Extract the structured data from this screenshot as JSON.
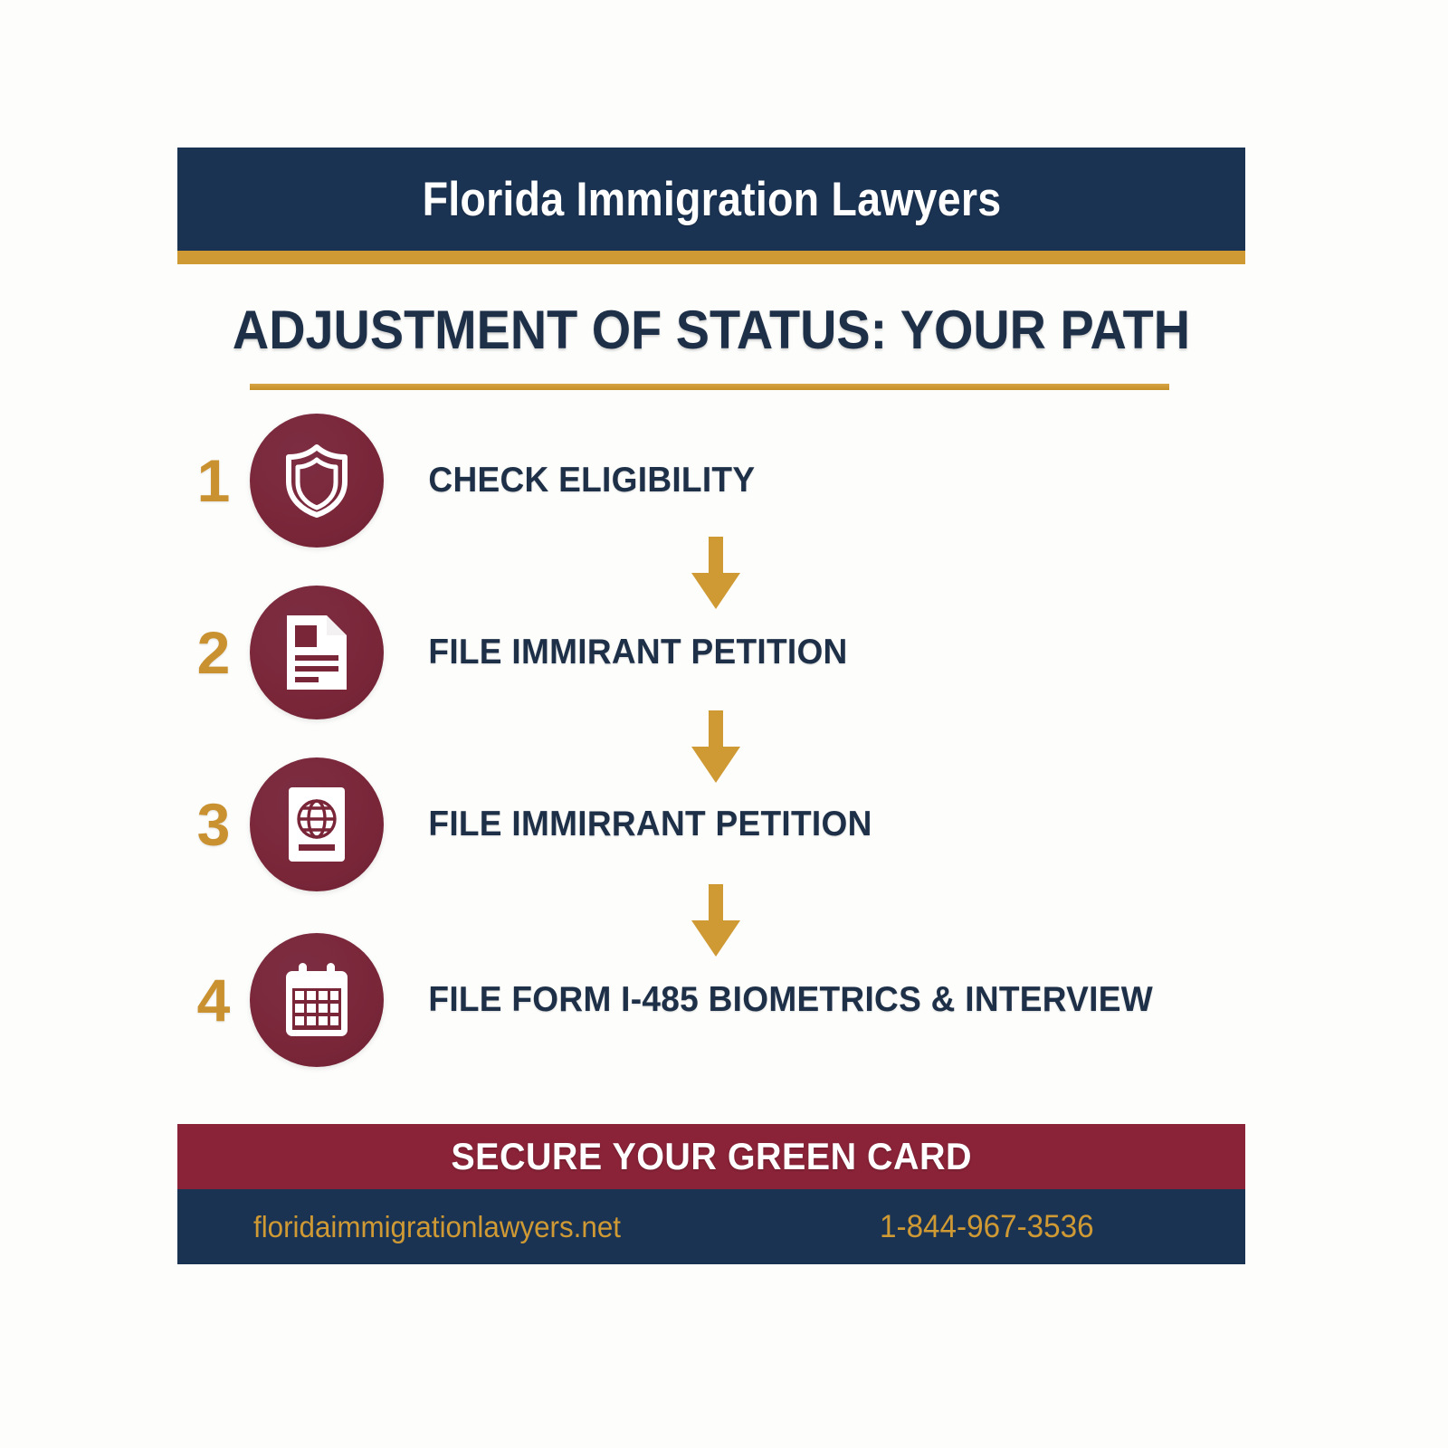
{
  "header": {
    "brand": "Florida Immigration Lawyers"
  },
  "title": {
    "heading": "ADJUSTMENT OF STATUS: YOUR PATH"
  },
  "steps": [
    {
      "number": "1",
      "label": "CHECK ELIGIBILITY",
      "icon": "shield-icon"
    },
    {
      "number": "2",
      "label": "FILE IMMIRANT PETITION",
      "icon": "document-icon"
    },
    {
      "number": "3",
      "label": "FILE IMMIRRANT PETITION",
      "icon": "passport-icon"
    },
    {
      "number": "4",
      "label": "FILE FORM I-485 BIOMETRICS & INTERVIEW",
      "icon": "calendar-icon"
    }
  ],
  "connectors": [
    {
      "icon": "down-arrow-icon"
    },
    {
      "icon": "down-arrow-icon"
    },
    {
      "icon": "down-arrow-icon"
    }
  ],
  "cta": {
    "text": "SECURE YOUR GREEN CARD"
  },
  "contact": {
    "website": "floridaimmigrationlawyers.net",
    "phone": "1-844-967-3536"
  },
  "colors": {
    "navy": "#1b3353",
    "gold": "#cf9a34",
    "maroon": "#7a2639",
    "cta_maroon": "#8b2338",
    "text_navy": "#1e3048",
    "white": "#ffffff",
    "background": "#fdfdfc"
  }
}
